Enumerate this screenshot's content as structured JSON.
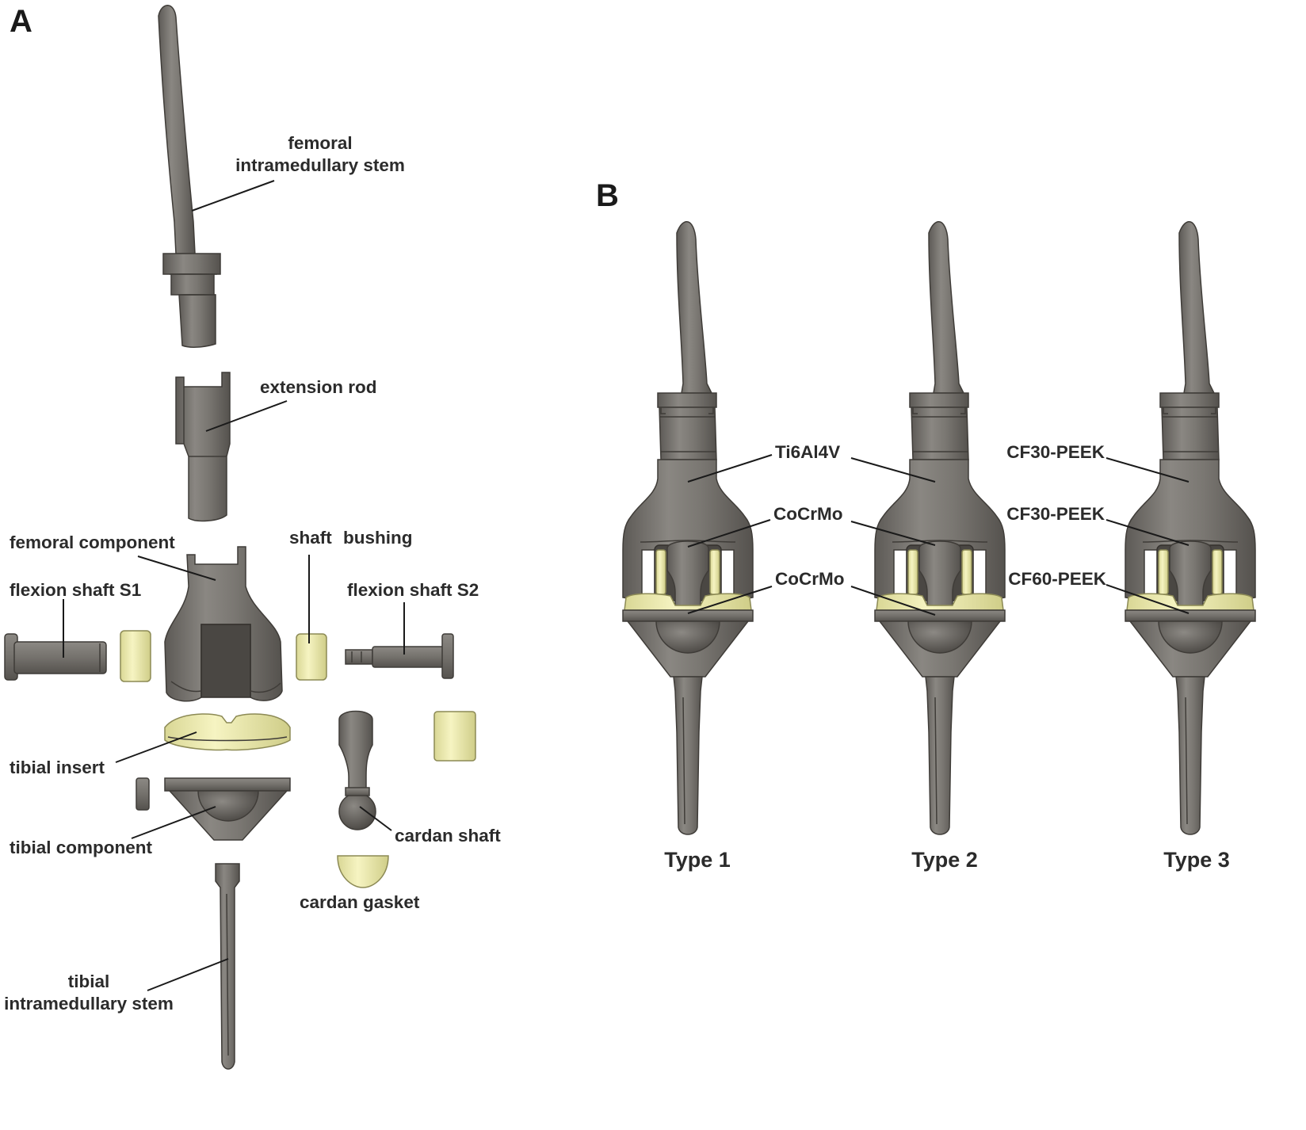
{
  "panels": {
    "a": {
      "letter": "A",
      "labels": {
        "femoral_stem_line1": "femoral",
        "femoral_stem_line2": "intramedullary stem",
        "extension_rod": "extension rod",
        "femoral_component": "femoral component",
        "shaft": "shaft",
        "bushing": "bushing",
        "flexion_shaft_s1": "flexion shaft S1",
        "flexion_shaft_s2": "flexion shaft S2",
        "tibial_insert": "tibial insert",
        "tibial_component": "tibial component",
        "cardan_shaft": "cardan shaft",
        "cardan_gasket": "cardan gasket",
        "tibial_stem_line1": "tibial",
        "tibial_stem_line2": "intramedullary stem"
      }
    },
    "b": {
      "letter": "B",
      "types": [
        {
          "name": "Type 1",
          "materials": [
            "Ti6Al4V",
            "CoCrMo",
            "CoCrMo"
          ]
        },
        {
          "name": "Type 2"
        },
        {
          "name": "Type 3",
          "materials": [
            "CF30-PEEK",
            "CF30-PEEK",
            "CF60-PEEK"
          ]
        }
      ]
    }
  },
  "colors": {
    "metal": "#7a7772",
    "polyethylene": "#f2f0b4",
    "text": "#2b2b2b"
  }
}
